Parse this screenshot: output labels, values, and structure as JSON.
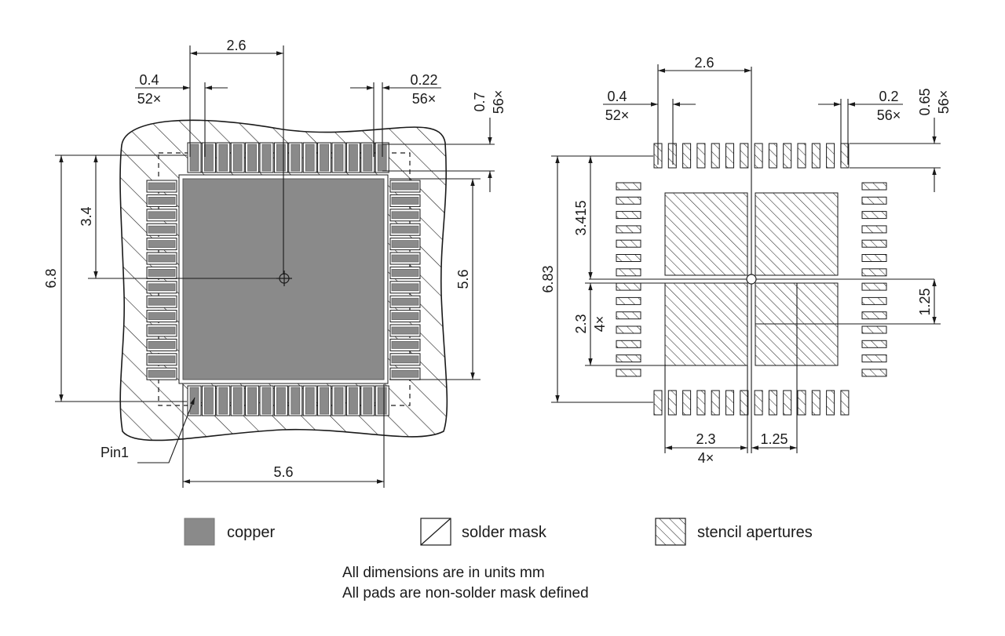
{
  "left_view": {
    "dims": {
      "pad_pitch_span": "2.6",
      "pad_width": "0.4",
      "pad_width_count": "52×",
      "mask_width": "0.22",
      "mask_width_count": "56×",
      "mask_length": "0.7",
      "mask_length_count": "56×",
      "center_to_edge_v": "3.4",
      "overall_height": "6.8",
      "pad_span_right": "5.6",
      "pad_span_bottom": "5.6"
    },
    "pin1_label": "Pin1"
  },
  "right_view": {
    "dims": {
      "pitch_span": "2.6",
      "aperture_width": "0.4",
      "aperture_width_count": "52×",
      "aperture_right_width": "0.2",
      "aperture_right_count": "56×",
      "aperture_length": "0.65",
      "aperture_length_count": "56×",
      "center_offset": "3.415",
      "overall_height": "6.83",
      "window_height": "2.3",
      "window_height_count": "4×",
      "gap_right": "1.25",
      "window_width": "2.3",
      "window_width_count": "4×",
      "gap_bottom": "1.25"
    }
  },
  "legend": {
    "copper": "copper",
    "solder_mask": "solder mask",
    "stencil": "stencil apertures"
  },
  "notes": {
    "line1": "All dimensions are in units mm",
    "line2": "All pads are non-solder mask defined"
  },
  "colors": {
    "copper": "#8a8a8a",
    "line": "#1a1a1a",
    "background": "#ffffff"
  }
}
